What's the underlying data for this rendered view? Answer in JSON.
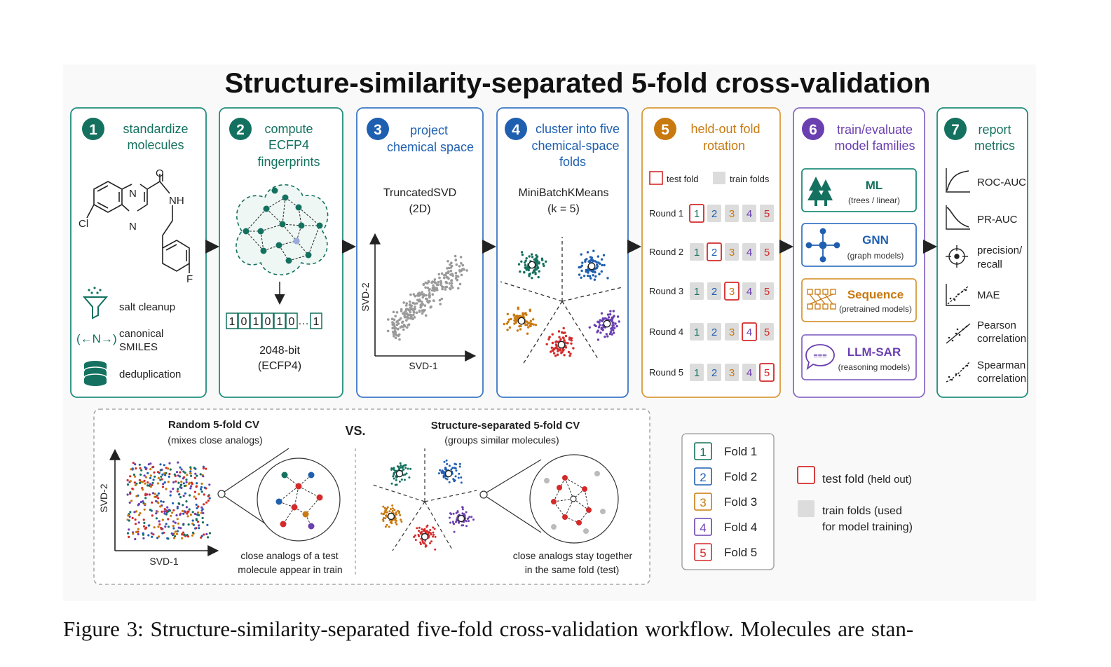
{
  "title": "Structure-similarity-separated 5-fold cross-validation",
  "colors": {
    "green": "#14715f",
    "blue": "#1f5fb0",
    "teal": "#14715f",
    "orange": "#c8790f",
    "purple": "#6a3fb0",
    "red": "#d42a2a",
    "train_gray": "#dcdcdc"
  },
  "steps": [
    {
      "num": "1",
      "line1": "standardize",
      "line2": "molecules",
      "line3": ""
    },
    {
      "num": "2",
      "line1": "compute",
      "line2": "ECFP4",
      "line3": "fingerprints"
    },
    {
      "num": "3",
      "line1": "project",
      "line2": "chemical space",
      "line3": ""
    },
    {
      "num": "4",
      "line1": "cluster into five",
      "line2": "chemical-space",
      "line3": "folds"
    },
    {
      "num": "5",
      "line1": "held-out fold",
      "line2": "rotation",
      "line3": ""
    },
    {
      "num": "6",
      "line1": "train/evaluate",
      "line2": "model families",
      "line3": ""
    },
    {
      "num": "7",
      "line1": "report",
      "line2": "metrics",
      "line3": ""
    }
  ],
  "step1": {
    "atoms": {
      "cl": "Cl",
      "n1": "N",
      "n2": "N",
      "o": "O",
      "nh": "NH",
      "f": "F"
    },
    "items": [
      "salt cleanup",
      "canonical",
      "SMILES",
      "deduplication"
    ],
    "smiles_icon": "(←N→)",
    "icons": [
      "funnel-icon",
      "arrows-icon",
      "database-icon"
    ]
  },
  "step2": {
    "bits": [
      "1",
      "0",
      "1",
      "0",
      "1",
      "0",
      "…",
      "1"
    ],
    "label1": "2048-bit",
    "label2": "(ECFP4)"
  },
  "step3": {
    "method1": "TruncatedSVD",
    "method2": "(2D)",
    "xlabel": "SVD-1",
    "ylabel": "SVD-2"
  },
  "step4": {
    "method1": "MiniBatchKMeans",
    "method2": "(k = 5)"
  },
  "step5": {
    "legend_test": "test fold",
    "legend_train": "train folds",
    "rounds": [
      {
        "label": "Round 1",
        "test": 1
      },
      {
        "label": "Round 2",
        "test": 2
      },
      {
        "label": "Round 3",
        "test": 3
      },
      {
        "label": "Round 4",
        "test": 4
      },
      {
        "label": "Round 5",
        "test": 5
      }
    ],
    "fold_numbers": [
      "1",
      "2",
      "3",
      "4",
      "5"
    ]
  },
  "step6": {
    "models": [
      {
        "name": "ML",
        "sub": "(trees / linear)",
        "icon": "trees-icon"
      },
      {
        "name": "GNN",
        "sub": "(graph models)",
        "icon": "graph-icon"
      },
      {
        "name": "Sequence",
        "sub": "(pretrained models)",
        "icon": "sequence-icon"
      },
      {
        "name": "LLM-SAR",
        "sub": "(reasoning models)",
        "icon": "chat-icon"
      }
    ]
  },
  "step7": {
    "metrics": [
      {
        "line1": "ROC-AUC",
        "line2": "",
        "icon": "roc-curve-icon"
      },
      {
        "line1": "PR-AUC",
        "line2": "",
        "icon": "pr-curve-icon"
      },
      {
        "line1": "precision/",
        "line2": "recall",
        "icon": "crosshair-icon"
      },
      {
        "line1": "MAE",
        "line2": "",
        "icon": "scatter-line-icon"
      },
      {
        "line1": "Pearson",
        "line2": "correlation",
        "icon": "pearson-icon"
      },
      {
        "line1": "Spearman",
        "line2": "correlation",
        "icon": "spearman-icon"
      }
    ]
  },
  "comparison": {
    "left_title": "Random 5-fold CV",
    "left_sub": "(mixes close analogs)",
    "vs": "VS.",
    "right_title": "Structure-separated 5-fold CV",
    "right_sub": "(groups similar molecules)",
    "xlabel": "SVD-1",
    "ylabel": "SVD-2",
    "left_note1": "close analogs of a test",
    "left_note2": "molecule appear in train",
    "right_note1": "close analogs stay together",
    "right_note2": "in the same fold (test)"
  },
  "legend": {
    "folds": [
      {
        "num": "1",
        "label": "Fold 1"
      },
      {
        "num": "2",
        "label": "Fold 2"
      },
      {
        "num": "3",
        "label": "Fold 3"
      },
      {
        "num": "4",
        "label": "Fold 4"
      },
      {
        "num": "5",
        "label": "Fold 5"
      }
    ],
    "test_main": "test fold",
    "test_paren": "(held out)",
    "train_line1": "train folds (used",
    "train_line2": "for model training)"
  },
  "caption": "Figure 3:  Structure-similarity-separated five-fold cross-validation workflow.  Molecules are stan-"
}
